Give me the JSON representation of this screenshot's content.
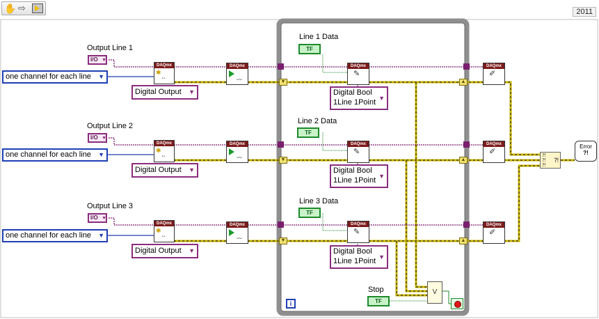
{
  "toolbar": {
    "year": "2011",
    "icons": [
      "hand-tool-icon",
      "step-arrow-icon",
      "run-arrow-icon"
    ]
  },
  "rows": [
    {
      "output_label": "Output Line 1",
      "io_text": "I/O",
      "enum_value": "one channel for each line",
      "task_type": "Digital Output",
      "data_label": "Line 1 Data",
      "bool_text": "TF",
      "write_mode": [
        "Digital Bool",
        "1Line 1Point"
      ]
    },
    {
      "output_label": "Output Line 2",
      "io_text": "I/O",
      "enum_value": "one channel for each line",
      "task_type": "Digital Output",
      "data_label": "Line 2 Data",
      "bool_text": "TF",
      "write_mode": [
        "Digital Bool",
        "1Line 1Point"
      ]
    },
    {
      "output_label": "Output Line 3",
      "io_text": "I/O",
      "enum_value": "one channel for each line",
      "task_type": "Digital Output",
      "data_label": "Line 3 Data",
      "bool_text": "TF",
      "write_mode": [
        "Digital Bool",
        "1Line 1Point"
      ]
    }
  ],
  "vi": {
    "daqmx": "DAQmx",
    "error_handler": [
      "Error",
      "?!"
    ],
    "or_gate": "V",
    "iteration": "i"
  },
  "stop": {
    "label": "Stop",
    "bool_text": "TF"
  },
  "colors": {
    "error_wire": "#c8b400",
    "task_wire": "#7a1f6e",
    "bool_wire": "#1b8a2a",
    "loop_border": "#8f8f8f",
    "enum_border": "#1f3fb4"
  }
}
